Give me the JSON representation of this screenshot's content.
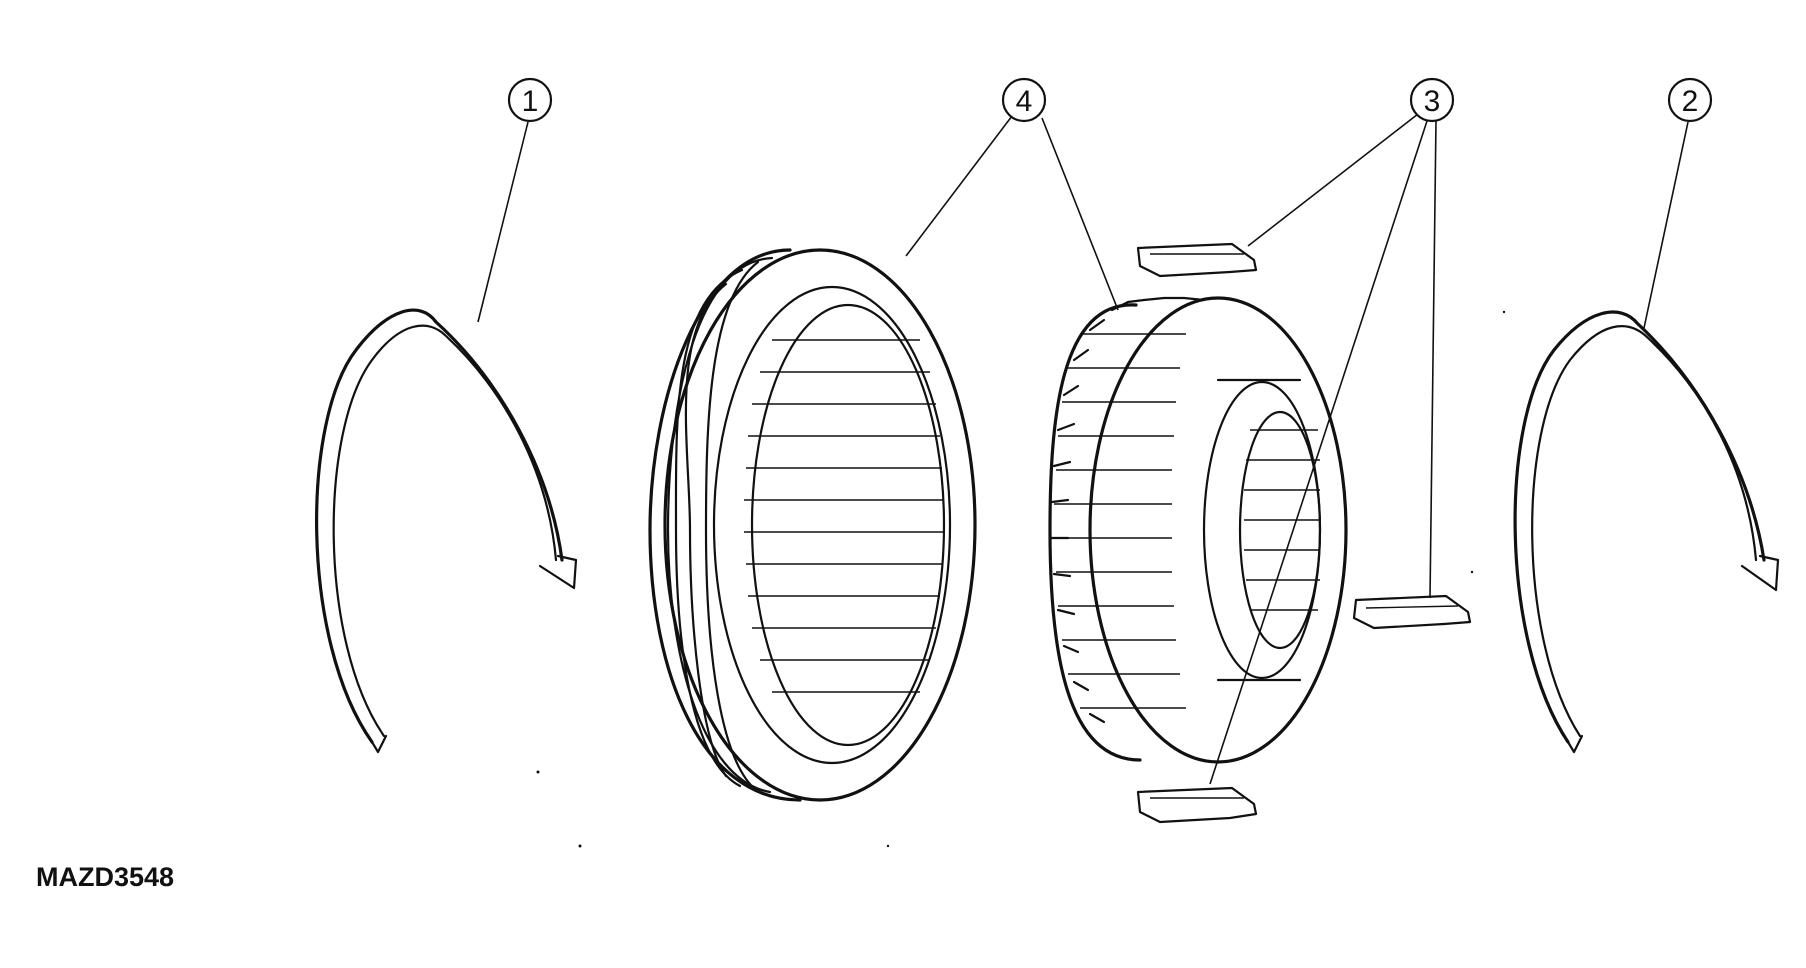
{
  "callouts": [
    {
      "id": "1",
      "label": "1"
    },
    {
      "id": "2",
      "label": "2"
    },
    {
      "id": "3",
      "label": "3"
    },
    {
      "id": "4",
      "label": "4"
    }
  ],
  "figure_code": "MAZD3548",
  "colors": {
    "ink": "#111111",
    "background": "#ffffff"
  }
}
